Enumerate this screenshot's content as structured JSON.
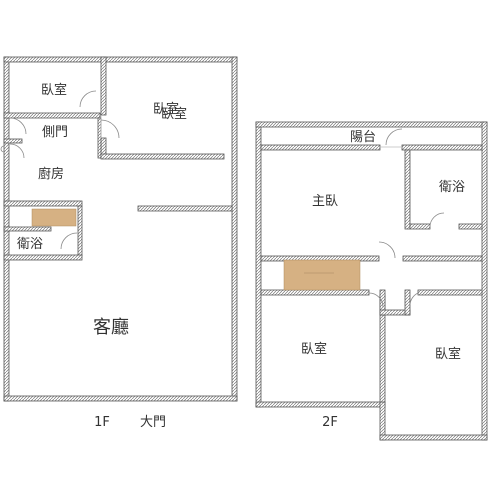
{
  "floor1": {
    "rooms": {
      "bedroom_small": "臥室",
      "bedroom_large": "臥室",
      "side_door": "側門",
      "kitchen": "廚房",
      "bathroom": "衛浴",
      "living_room": "客廳"
    },
    "floor_label": "1F",
    "main_door_label": "大門"
  },
  "floor2": {
    "rooms": {
      "balcony": "陽台",
      "master_bedroom": "主臥",
      "bathroom": "衛浴",
      "bedroom_left": "臥室",
      "bedroom_right": "臥室"
    },
    "floor_label": "2F"
  },
  "colors": {
    "wall": "#555555",
    "wall_fill": "#ffffff",
    "stair": "#d6b183",
    "door_arc": "#888888"
  }
}
